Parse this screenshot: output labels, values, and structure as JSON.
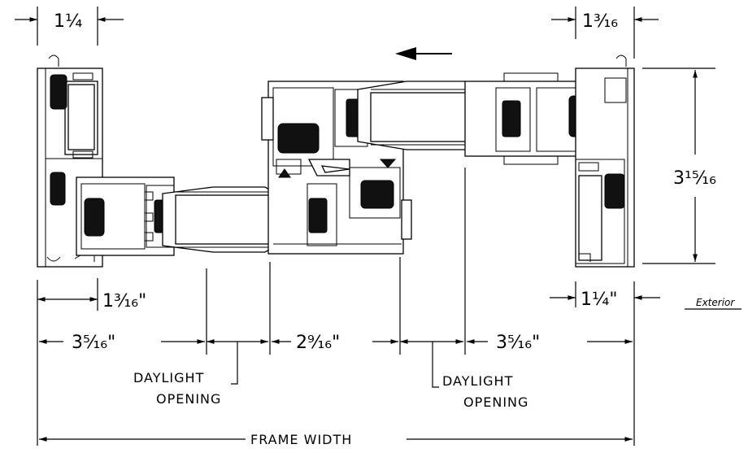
{
  "dimensions": {
    "top_left": "1¼",
    "top_right": "1³⁄₁₆",
    "height": "3¹⁵⁄₁₆",
    "left_interlock": "1³⁄₁₆\"",
    "right_interlock": "1¼\"",
    "left_panel": "3⁵⁄₁₆\"",
    "center_panel": "2⁹⁄₁₆\"",
    "right_panel": "3⁵⁄₁₆\""
  },
  "labels": {
    "exterior": "Exterior",
    "daylight_opening_word1": "DAYLIGHT",
    "daylight_opening_word2": "OPENING",
    "daylight_opening_right_word1": "DAYLIGHT",
    "daylight_opening_right_word2": "OPENING",
    "frame_width": "FRAME WIDTH"
  },
  "arrow": {
    "direction": "left"
  }
}
